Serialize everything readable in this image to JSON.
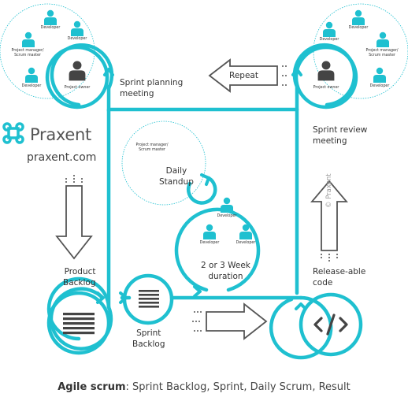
{
  "brand": {
    "name": "Praxent",
    "url": "praxent.com",
    "watermark": "© Praxent",
    "color": "#1fc0d0"
  },
  "steps": {
    "sprint_planning": "Sprint planning\nmeeting",
    "repeat": "Repeat",
    "sprint_review": "Sprint review\nmeeting",
    "daily_standup": "Daily\nStandup",
    "duration": "2 or 3 Week\nduration",
    "product_backlog": "Product\nBacklog",
    "sprint_backlog": "Sprint\nBacklog",
    "releasable_code": "Release-able\ncode"
  },
  "roles": {
    "developer": "Developer",
    "project_manager": "Project manager/\nScrum master",
    "project_owner": "Project owner"
  },
  "caption": {
    "bold": "Agile scrum",
    "rest": ": Sprint Backlog, Sprint, Daily Scrum, Result"
  }
}
